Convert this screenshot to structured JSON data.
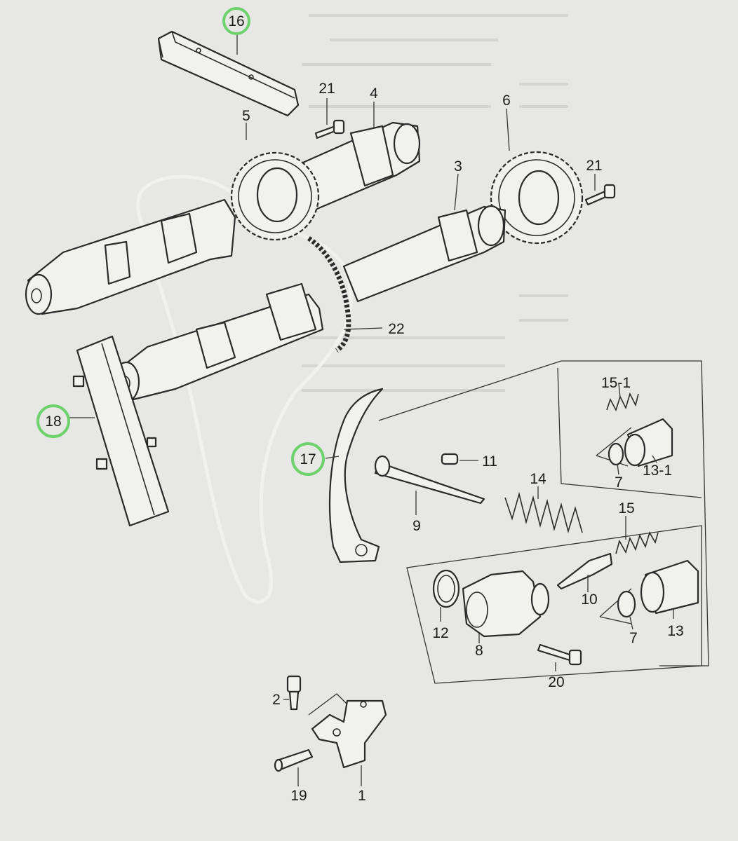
{
  "diagram": {
    "callouts": [
      {
        "id": "16",
        "text": "16",
        "circled": true
      },
      {
        "id": "18",
        "text": "18",
        "circled": true
      },
      {
        "id": "17",
        "text": "17",
        "circled": true
      },
      {
        "id": "21a",
        "text": "21",
        "circled": false
      },
      {
        "id": "21b",
        "text": "21",
        "circled": false
      },
      {
        "id": "4",
        "text": "4",
        "circled": false
      },
      {
        "id": "5",
        "text": "5",
        "circled": false
      },
      {
        "id": "6",
        "text": "6",
        "circled": false
      },
      {
        "id": "3",
        "text": "3",
        "circled": false
      },
      {
        "id": "22",
        "text": "22",
        "circled": false
      },
      {
        "id": "15-1",
        "text": "15-1",
        "circled": false
      },
      {
        "id": "11",
        "text": "11",
        "circled": false
      },
      {
        "id": "7a",
        "text": "7",
        "circled": false
      },
      {
        "id": "13-1",
        "text": "13-1",
        "circled": false
      },
      {
        "id": "14",
        "text": "14",
        "circled": false
      },
      {
        "id": "15",
        "text": "15",
        "circled": false
      },
      {
        "id": "9",
        "text": "9",
        "circled": false
      },
      {
        "id": "10",
        "text": "10",
        "circled": false
      },
      {
        "id": "12",
        "text": "12",
        "circled": false
      },
      {
        "id": "8",
        "text": "8",
        "circled": false
      },
      {
        "id": "7b",
        "text": "7",
        "circled": false
      },
      {
        "id": "13",
        "text": "13",
        "circled": false
      },
      {
        "id": "20",
        "text": "20",
        "circled": false
      },
      {
        "id": "2",
        "text": "2",
        "circled": false
      },
      {
        "id": "19",
        "text": "19",
        "circled": false
      },
      {
        "id": "1",
        "text": "1",
        "circled": false
      }
    ],
    "highlight_color": "#6dd26b"
  }
}
